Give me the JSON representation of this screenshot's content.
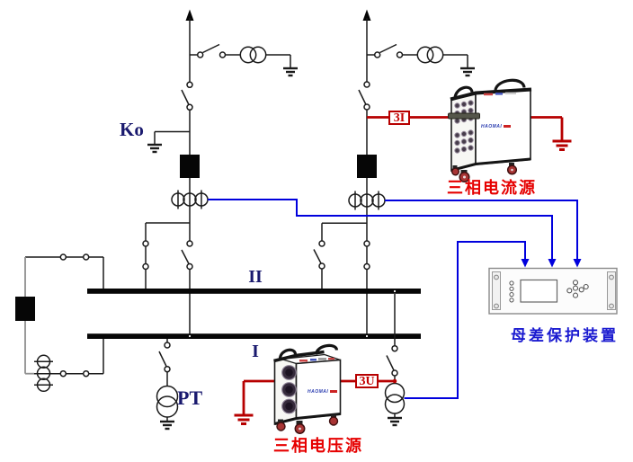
{
  "feeders": {
    "ko_label": "Ko"
  },
  "busbars": {
    "bus_ii_label": "II",
    "bus_i_label": "I"
  },
  "pt_label": "PT",
  "tags": {
    "current": "3I",
    "voltage": "3U"
  },
  "equipment": {
    "current_source": {
      "name": "三相电流源",
      "brand": "HAOMAI"
    },
    "voltage_source": {
      "name": "三相电压源",
      "brand": "HAOMAI"
    },
    "protection_device": {
      "name": "母差保护装置"
    }
  },
  "colors": {
    "wire_blue": "#0000dd",
    "wire_red": "#b70000",
    "text_red": "#e60000",
    "text_blue": "#1a1ad0",
    "text_navy": "#19196e",
    "line_black": "#1a1a1a"
  }
}
